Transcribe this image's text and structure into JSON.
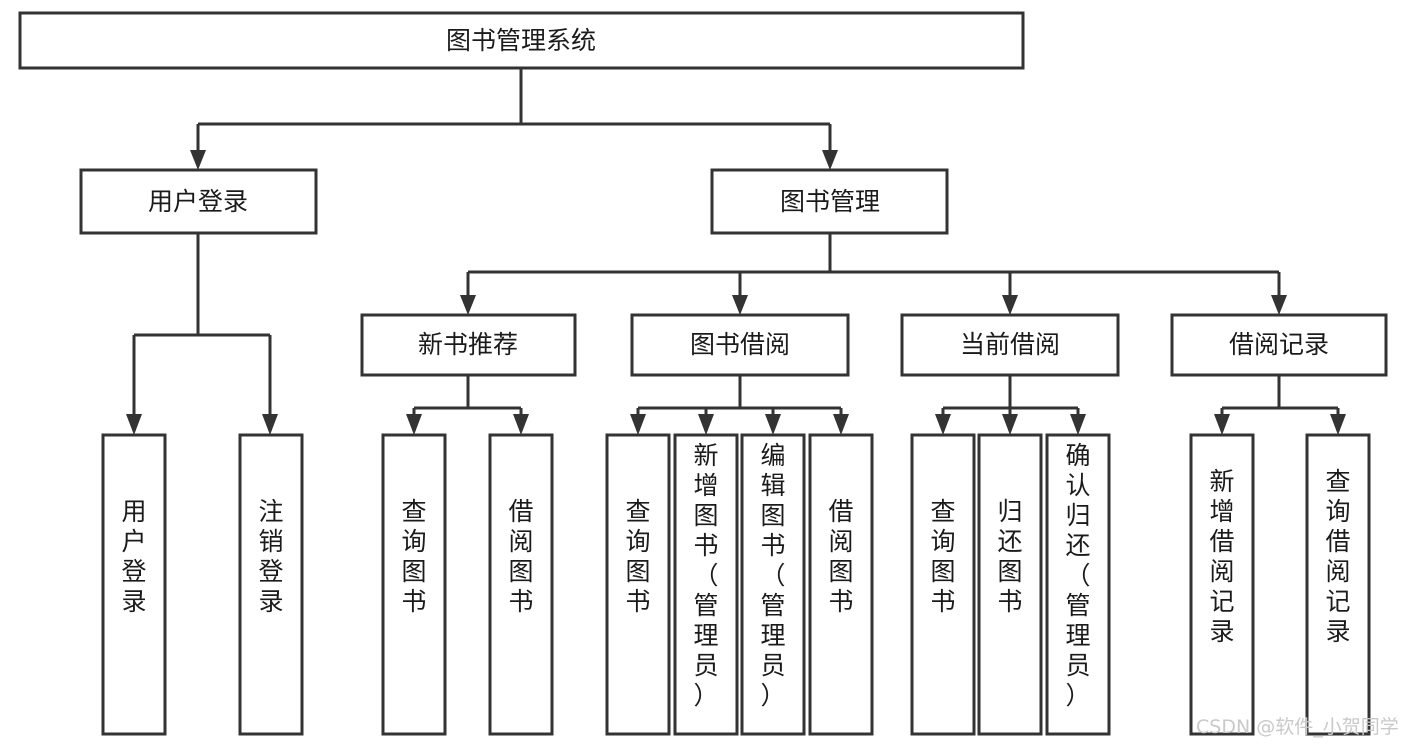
{
  "diagram": {
    "type": "tree-hierarchy",
    "title": "图书管理系统",
    "root": {
      "id": "root",
      "label": "图书管理系统"
    },
    "level2": [
      {
        "id": "user-login",
        "label": "用户登录"
      },
      {
        "id": "book-manage",
        "label": "图书管理"
      }
    ],
    "level3": [
      {
        "id": "new-book-rec",
        "label": "新书推荐",
        "parent": "book-manage"
      },
      {
        "id": "book-borrow",
        "label": "图书借阅",
        "parent": "book-manage"
      },
      {
        "id": "current-borrow",
        "label": "当前借阅",
        "parent": "book-manage"
      },
      {
        "id": "borrow-record",
        "label": "借阅记录",
        "parent": "book-manage"
      }
    ],
    "leaves": [
      {
        "id": "leaf-user-login",
        "label": "用户登录",
        "parent": "user-login"
      },
      {
        "id": "leaf-user-logout",
        "label": "注销登录",
        "parent": "user-login"
      },
      {
        "id": "leaf-query-book-1",
        "label": "查询图书",
        "parent": "new-book-rec"
      },
      {
        "id": "leaf-borrow-book-1",
        "label": "借阅图书",
        "parent": "new-book-rec"
      },
      {
        "id": "leaf-query-book-2",
        "label": "查询图书",
        "parent": "book-borrow"
      },
      {
        "id": "leaf-add-book",
        "label": "新增图书（管理员）",
        "parent": "book-borrow"
      },
      {
        "id": "leaf-edit-book",
        "label": "编辑图书（管理员）",
        "parent": "book-borrow"
      },
      {
        "id": "leaf-borrow-book-2",
        "label": "借阅图书",
        "parent": "book-borrow"
      },
      {
        "id": "leaf-query-book-3",
        "label": "查询图书",
        "parent": "current-borrow"
      },
      {
        "id": "leaf-return-book",
        "label": "归还图书",
        "parent": "current-borrow"
      },
      {
        "id": "leaf-confirm-return",
        "label": "确认归还（管理员）",
        "parent": "current-borrow"
      },
      {
        "id": "leaf-add-record",
        "label": "新增借阅记录",
        "parent": "borrow-record"
      },
      {
        "id": "leaf-query-record",
        "label": "查询借阅记录",
        "parent": "borrow-record"
      }
    ],
    "colors": {
      "stroke": "#333333",
      "fill": "#ffffff",
      "text": "#1b1b1b",
      "watermark": "#c9c9c9"
    }
  },
  "watermark": {
    "text": "CSDN @软件_小贺同学"
  }
}
